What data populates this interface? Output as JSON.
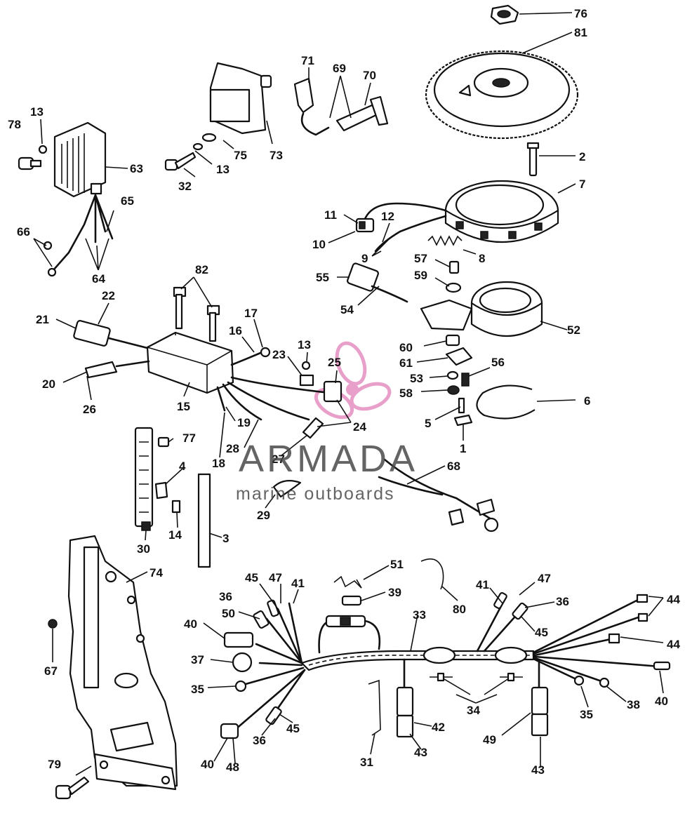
{
  "watermark": {
    "brand": "ARMADA",
    "tagline": "marine outboards",
    "accent_color": "#e58fc0"
  },
  "callouts": [
    {
      "id": "76",
      "label": "76"
    },
    {
      "id": "81",
      "label": "81"
    },
    {
      "id": "71",
      "label": "71"
    },
    {
      "id": "69",
      "label": "69"
    },
    {
      "id": "70",
      "label": "70"
    },
    {
      "id": "13a",
      "label": "13"
    },
    {
      "id": "78",
      "label": "78"
    },
    {
      "id": "63",
      "label": "63"
    },
    {
      "id": "75",
      "label": "75"
    },
    {
      "id": "73",
      "label": "73"
    },
    {
      "id": "13b",
      "label": "13"
    },
    {
      "id": "32",
      "label": "32"
    },
    {
      "id": "2",
      "label": "2"
    },
    {
      "id": "7",
      "label": "7"
    },
    {
      "id": "65",
      "label": "65"
    },
    {
      "id": "66",
      "label": "66"
    },
    {
      "id": "64",
      "label": "64"
    },
    {
      "id": "11",
      "label": "11"
    },
    {
      "id": "12",
      "label": "12"
    },
    {
      "id": "10",
      "label": "10"
    },
    {
      "id": "9",
      "label": "9"
    },
    {
      "id": "8",
      "label": "8"
    },
    {
      "id": "57",
      "label": "57"
    },
    {
      "id": "82",
      "label": "82"
    },
    {
      "id": "55",
      "label": "55"
    },
    {
      "id": "59",
      "label": "59"
    },
    {
      "id": "22",
      "label": "22"
    },
    {
      "id": "54",
      "label": "54"
    },
    {
      "id": "21",
      "label": "21"
    },
    {
      "id": "17",
      "label": "17"
    },
    {
      "id": "16",
      "label": "16"
    },
    {
      "id": "52",
      "label": "52"
    },
    {
      "id": "13c",
      "label": "13"
    },
    {
      "id": "60",
      "label": "60"
    },
    {
      "id": "23",
      "label": "23"
    },
    {
      "id": "25",
      "label": "25"
    },
    {
      "id": "61",
      "label": "61"
    },
    {
      "id": "56",
      "label": "56"
    },
    {
      "id": "53",
      "label": "53"
    },
    {
      "id": "20",
      "label": "20"
    },
    {
      "id": "58",
      "label": "58"
    },
    {
      "id": "6",
      "label": "6"
    },
    {
      "id": "26",
      "label": "26"
    },
    {
      "id": "15",
      "label": "15"
    },
    {
      "id": "19",
      "label": "19"
    },
    {
      "id": "24",
      "label": "24"
    },
    {
      "id": "5",
      "label": "5"
    },
    {
      "id": "77",
      "label": "77"
    },
    {
      "id": "1",
      "label": "1"
    },
    {
      "id": "28",
      "label": "28"
    },
    {
      "id": "27",
      "label": "27"
    },
    {
      "id": "18",
      "label": "18"
    },
    {
      "id": "4",
      "label": "4"
    },
    {
      "id": "68",
      "label": "68"
    },
    {
      "id": "29",
      "label": "29"
    },
    {
      "id": "14",
      "label": "14"
    },
    {
      "id": "3",
      "label": "3"
    },
    {
      "id": "30",
      "label": "30"
    },
    {
      "id": "74",
      "label": "74"
    },
    {
      "id": "51",
      "label": "51"
    },
    {
      "id": "45a",
      "label": "45"
    },
    {
      "id": "47a",
      "label": "47"
    },
    {
      "id": "41a",
      "label": "41"
    },
    {
      "id": "39",
      "label": "39"
    },
    {
      "id": "80",
      "label": "80"
    },
    {
      "id": "41b",
      "label": "41"
    },
    {
      "id": "47b",
      "label": "47"
    },
    {
      "id": "36a",
      "label": "36"
    },
    {
      "id": "44a",
      "label": "44"
    },
    {
      "id": "50",
      "label": "50"
    },
    {
      "id": "33",
      "label": "33"
    },
    {
      "id": "36b",
      "label": "36"
    },
    {
      "id": "40a",
      "label": "40"
    },
    {
      "id": "45b",
      "label": "45"
    },
    {
      "id": "44b",
      "label": "44"
    },
    {
      "id": "37",
      "label": "37"
    },
    {
      "id": "67",
      "label": "67"
    },
    {
      "id": "35a",
      "label": "35"
    },
    {
      "id": "34",
      "label": "34"
    },
    {
      "id": "38",
      "label": "38"
    },
    {
      "id": "35b",
      "label": "35"
    },
    {
      "id": "40b",
      "label": "40"
    },
    {
      "id": "42",
      "label": "42"
    },
    {
      "id": "45c",
      "label": "45"
    },
    {
      "id": "31",
      "label": "31"
    },
    {
      "id": "49",
      "label": "49"
    },
    {
      "id": "36c",
      "label": "36"
    },
    {
      "id": "43a",
      "label": "43"
    },
    {
      "id": "40c",
      "label": "40"
    },
    {
      "id": "48",
      "label": "48"
    },
    {
      "id": "43b",
      "label": "43"
    },
    {
      "id": "79",
      "label": "79"
    }
  ]
}
